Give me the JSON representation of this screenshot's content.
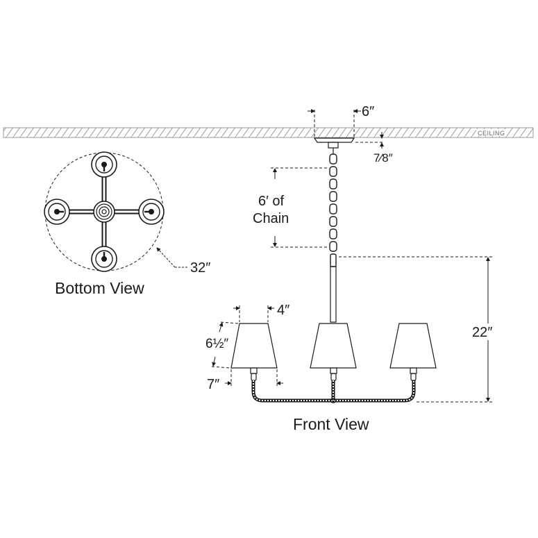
{
  "labels": {
    "ceiling": "CEILING",
    "canopy_width": "6″",
    "canopy_height": "7⁄8″",
    "chain_line1": "6′ of",
    "chain_line2": "Chain",
    "overall_height": "22″",
    "shade_top": "4″",
    "shade_height": "6½″",
    "shade_bottom": "7″",
    "spread": "32″"
  },
  "captions": {
    "bottom_view": "Bottom View",
    "front_view": "Front View"
  },
  "colors": {
    "line": "#1a1a1a",
    "hatch": "#9a9a9a",
    "shade_fill": "#ffffff"
  }
}
